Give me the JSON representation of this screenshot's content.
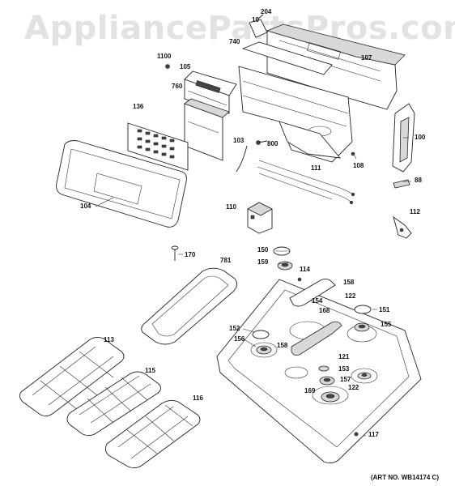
{
  "watermark": "AppliancePartsPros.com",
  "art_number": "(ART NO. WB14174 C)",
  "part_labels": {
    "p10": "10",
    "p204": "204",
    "p740": "740",
    "p107": "107",
    "p1100": "1100",
    "p105": "105",
    "p760": "760",
    "p136": "136",
    "p103": "103",
    "p800": "800",
    "p108": "108",
    "p100": "100",
    "p88": "88",
    "p111": "111",
    "p104": "104",
    "p110": "110",
    "p112": "112",
    "p170": "170",
    "p781": "781",
    "p150": "150",
    "p159": "159",
    "p114": "114",
    "p158a": "158",
    "p154": "154",
    "p122a": "122",
    "p168": "168",
    "p151": "151",
    "p152": "152",
    "p155": "155",
    "p156": "156",
    "p158b": "158",
    "p121": "121",
    "p153": "153",
    "p157": "157",
    "p122b": "122",
    "p169": "169",
    "p113": "113",
    "p115": "115",
    "p116": "116",
    "p117": "117"
  }
}
